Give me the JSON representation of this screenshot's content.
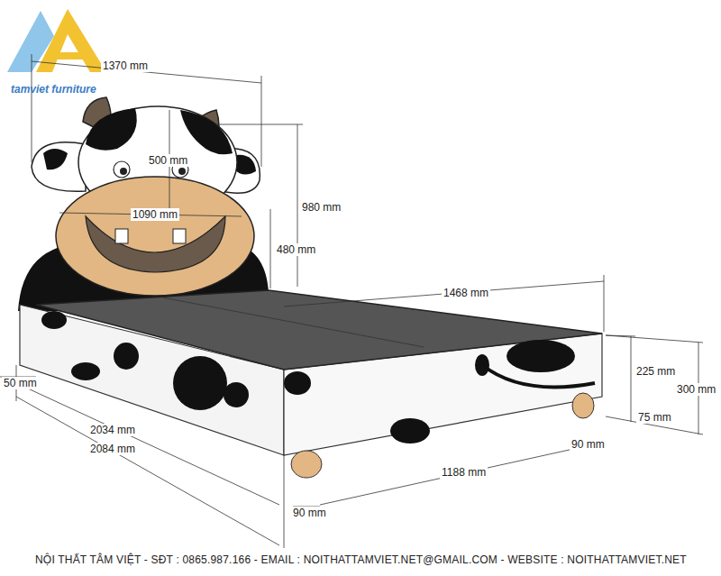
{
  "diagram": {
    "labels": [
      "tamviet furniture",
      "1370 mm",
      "500 mm",
      "980 mm",
      "1090 mm",
      "480 mm",
      "1468 mm",
      "225 mm",
      "300 mm",
      "75 mm",
      "50 mm",
      "2034 mm",
      "2084 mm",
      "90 mm",
      "1188 mm",
      "90 mm",
      "NỘI THẤT TÂM VIỆT  -  SĐT : 0865.987.166  -  EMAIL : NOITHATTAMVIET.NET@GMAIL.COM  -  WEBSITE : NOITHATTAMVIET.NET"
    ]
  }
}
